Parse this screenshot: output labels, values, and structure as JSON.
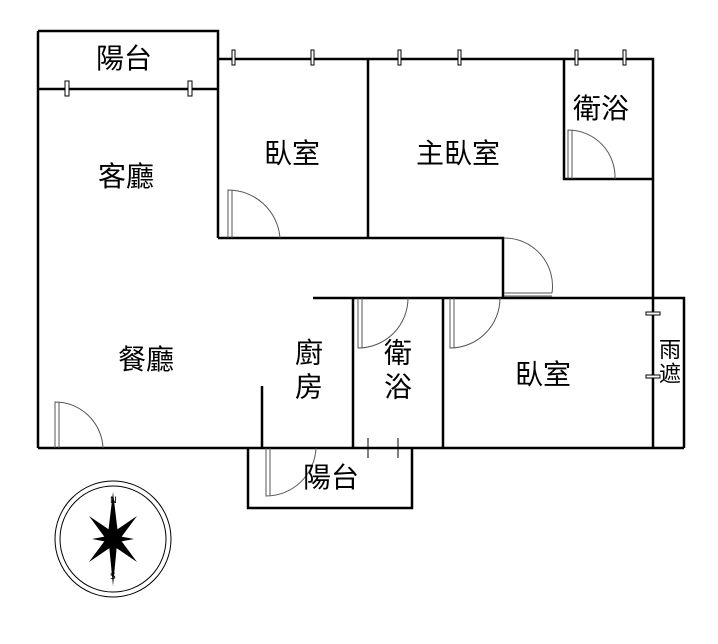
{
  "rooms": {
    "balcony_top": "陽台",
    "living_room": "客廳",
    "bedroom_1": "臥室",
    "master_bedroom": "主臥室",
    "bathroom_1": "衛浴",
    "dining_room": "餐廳",
    "kitchen": "廚房",
    "bathroom_2": "衛浴",
    "bedroom_2": "臥室",
    "awning": "雨遮",
    "balcony_bottom": "陽台"
  },
  "compass": {
    "north": "N",
    "south": "S"
  }
}
